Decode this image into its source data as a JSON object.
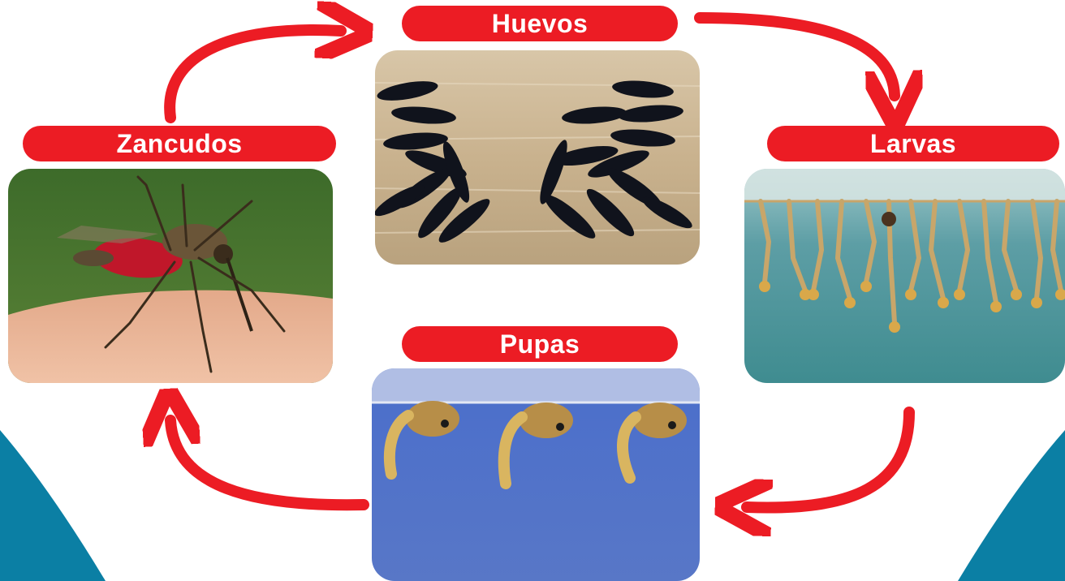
{
  "diagram": {
    "stages": [
      {
        "id": "huevos",
        "label": "Huevos"
      },
      {
        "id": "larvas",
        "label": "Larvas"
      },
      {
        "id": "pupas",
        "label": "Pupas"
      },
      {
        "id": "zancudos",
        "label": "Zancudos"
      }
    ],
    "colors": {
      "label_fill": "#ec1c24",
      "arrow": "#ec1c24",
      "background_accent": "#0b7fa4"
    }
  }
}
